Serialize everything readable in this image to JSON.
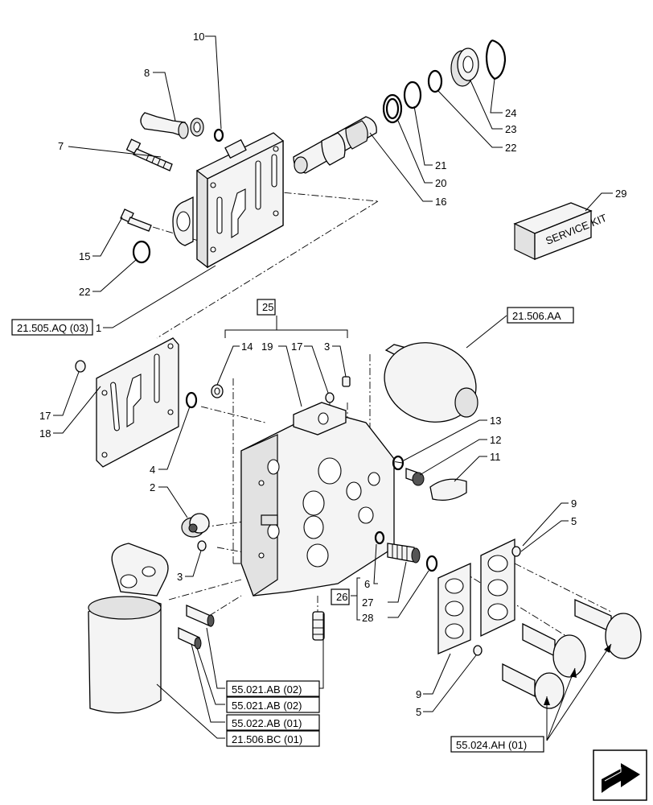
{
  "callouts": {
    "c1": "1",
    "c2": "2",
    "c3a": "3",
    "c3b": "3",
    "c4": "4",
    "c5a": "5",
    "c5b": "5",
    "c6": "6",
    "c7": "7",
    "c8": "8",
    "c9a": "9",
    "c9b": "9",
    "c10": "10",
    "c11": "11",
    "c12": "12",
    "c13": "13",
    "c14": "14",
    "c15": "15",
    "c16": "16",
    "c17a": "17",
    "c17b": "17",
    "c18": "18",
    "c19": "19",
    "c20": "20",
    "c21": "21",
    "c22a": "22",
    "c22b": "22",
    "c23": "23",
    "c24": "24",
    "c25": "25",
    "c26": "26",
    "c27": "27",
    "c28": "28",
    "c29": "29"
  },
  "references": {
    "r21505AQ": "21.505.AQ (03)",
    "r21506AA": "21.506.AA",
    "r55021AB_1": "55.021.AB (02)",
    "r55021AB_2": "55.021.AB (02)",
    "r55022AB": "55.022.AB (01)",
    "r21506BC": "21.506.BC (01)",
    "r55024AH": "55.024.AH (01)"
  },
  "kit_label": "SERVICE KIT",
  "nav_icon": "next-page-arrow-icon"
}
